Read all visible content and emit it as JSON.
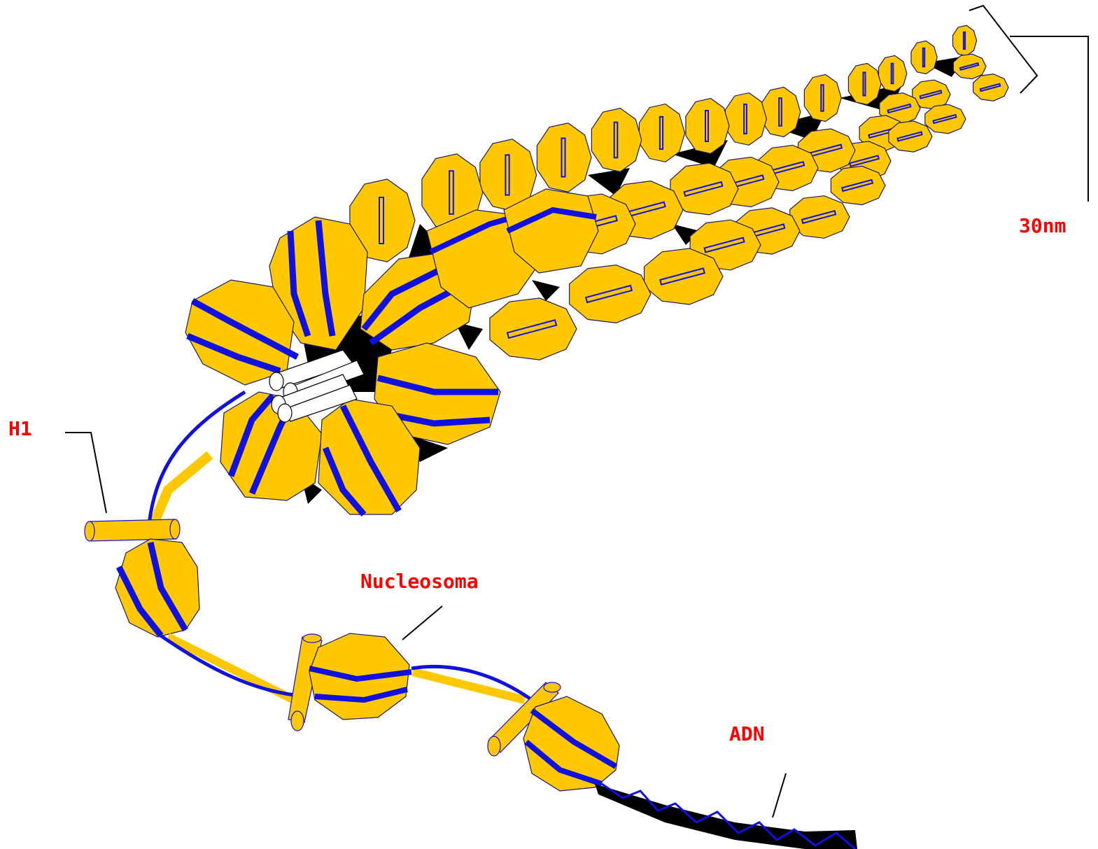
{
  "labels": {
    "scale": "30nm",
    "h1": "H1",
    "nucleosome": "Nucleosoma",
    "dna": "ADN"
  },
  "colors": {
    "histone": "#FFC800",
    "dna_strand": "#1010E0",
    "outline": "#1a1a6a",
    "label": "#FF0000",
    "linker": "#000000",
    "core_rods": "#FFFFFF"
  }
}
